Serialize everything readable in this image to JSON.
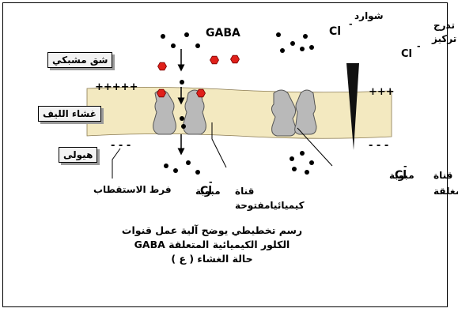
{
  "labels": {
    "gaba": "GABA",
    "cl_ions_word": "شوارد",
    "cl_ions_symbol": "Cl",
    "gradient_line1": "تدرج",
    "gradient_line2": "تركيز",
    "gradient_symbol": "Cl",
    "synaptic_cleft": "شق مشبكي",
    "fiber_membrane": "غشاء الليف",
    "cytoplasm": "هيولى",
    "plus_left": "+++++",
    "plus_right": "+++",
    "minus_left": "- - -",
    "minus_right": "- - -",
    "hyperpolarization": "فرط الاستقطاب",
    "open_channel_line1_word": "قناة",
    "open_channel_line1_symbol": "Cl",
    "open_channel_line1_rest": "مبوبة",
    "open_channel_line2": "كيميائيامفتوحة",
    "closed_channel_line1_word": "قناة",
    "closed_channel_line1_symbol": "Cl",
    "closed_channel_line1_rest": "مبوبة",
    "closed_channel_line2": "كيميائيا مغلقة",
    "superscript_minus": "-"
  },
  "caption": {
    "line1": "رسم تخطيطي يوضح آلية عمل قنوات",
    "line2": "الكلور الكيميائية المتعلقة GABA",
    "line3": "حالة الغشاء ( ع )"
  },
  "colors": {
    "membrane": "#f3e9c0",
    "channel": "#b9b9b9",
    "gaba": "#e0201a",
    "ion": "#000000"
  },
  "icons": [
    "gaba-molecule-icon",
    "chloride-ion-icon",
    "gradient-wedge-icon",
    "arrow-icon"
  ]
}
